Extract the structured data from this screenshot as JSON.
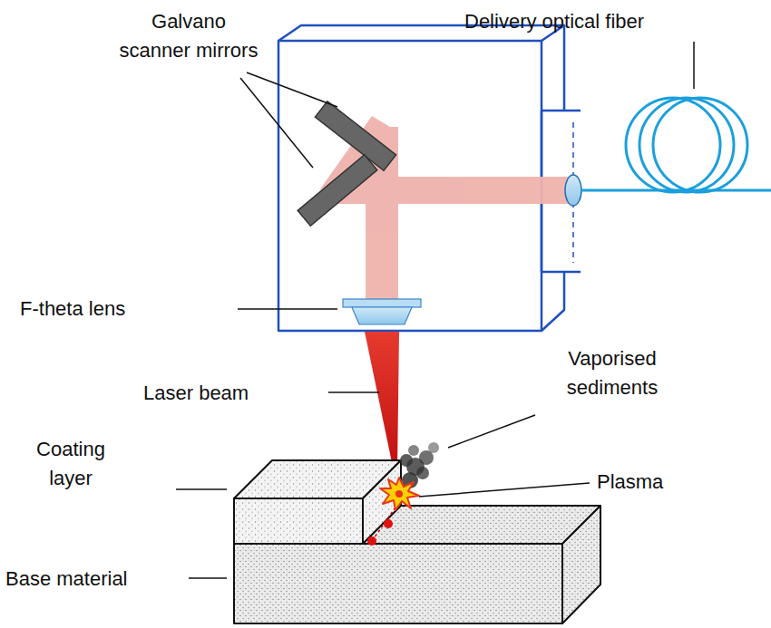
{
  "diagram": {
    "labels": [
      "Galvano scanner mirrors",
      "Delivery optical fiber",
      "F-theta lens",
      "Laser beam",
      "Vaporised sediments",
      "Plasma",
      "Coating layer",
      "Base material"
    ]
  }
}
